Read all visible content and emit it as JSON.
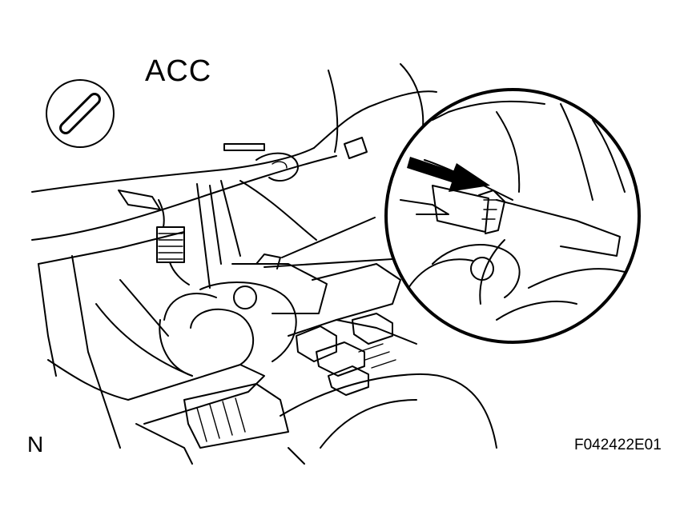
{
  "labels": {
    "switch_position": "ACC",
    "orientation_mark": "N",
    "figure_code": "F042422E01"
  }
}
